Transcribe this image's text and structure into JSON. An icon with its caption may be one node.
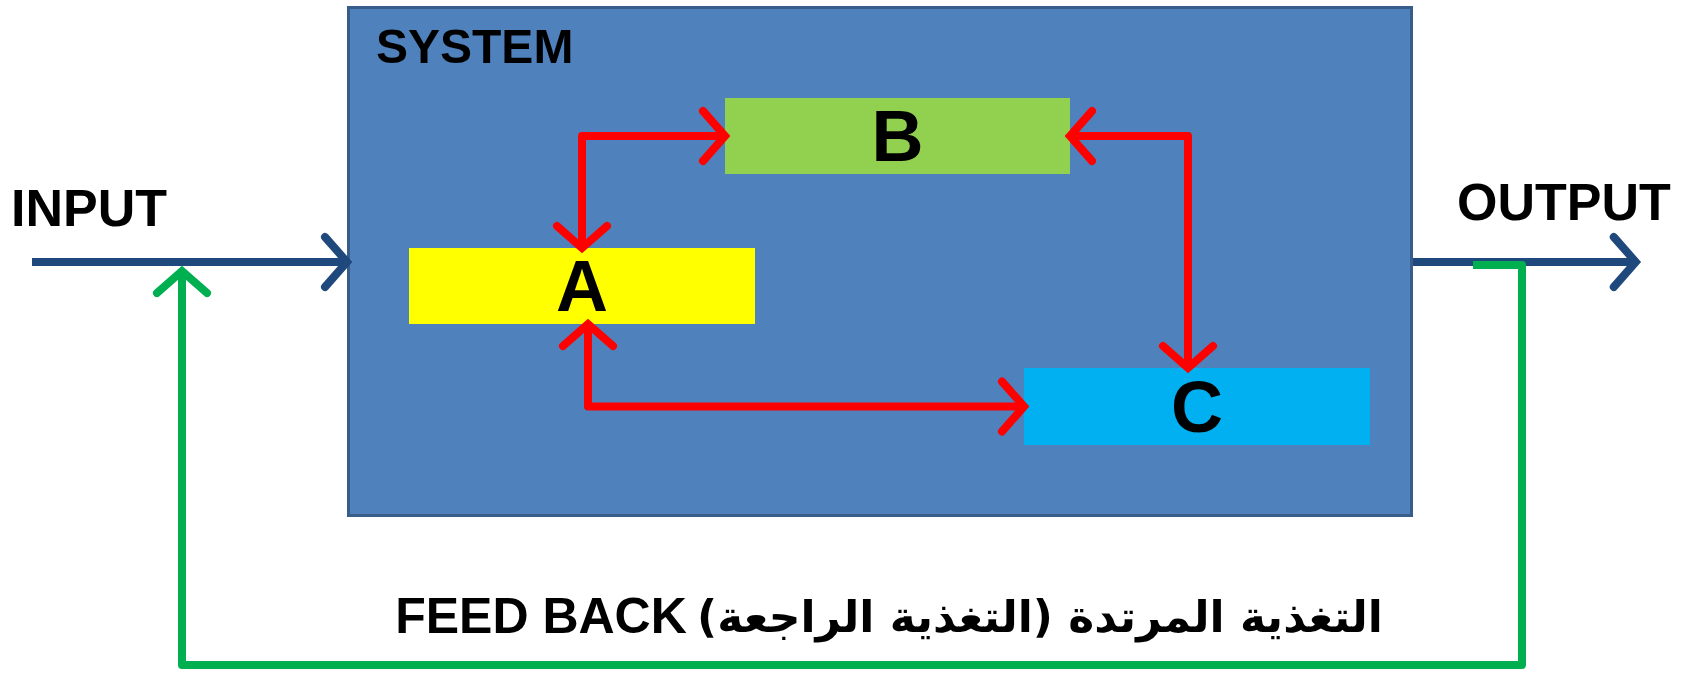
{
  "diagram": {
    "nodes": [
      {
        "text": [
          "INPUT"
        ]
      },
      {
        "text": [
          "SYSTEM"
        ]
      },
      {
        "text": [
          "B"
        ],
        "in": 1
      },
      {
        "text": [
          "A"
        ],
        "in": 1
      },
      {
        "text": [
          "C"
        ],
        "in": 1
      },
      {
        "text": [
          "OUTPUT"
        ]
      }
    ],
    "edges": [
      {
        "from": 0,
        "to": 1,
        "arrow": "to",
        "color": "#1f497d"
      },
      {
        "from": 3,
        "to": 2,
        "arrow": "both"
      },
      {
        "from": 2,
        "to": 4,
        "arrow": "both"
      },
      {
        "from": 3,
        "to": 4,
        "arrow": "both"
      },
      {
        "from": 1,
        "to": 5,
        "arrow": "to",
        "color": "#1f497d"
      },
      {
        "from": 5,
        "to": 0,
        "arrow": "to",
        "color": "#00b050",
        "label": "FEED BACK"
      }
    ],
    "labels": [
      "التغذية المرتدة (التغذية الراجعة)"
    ]
  }
}
